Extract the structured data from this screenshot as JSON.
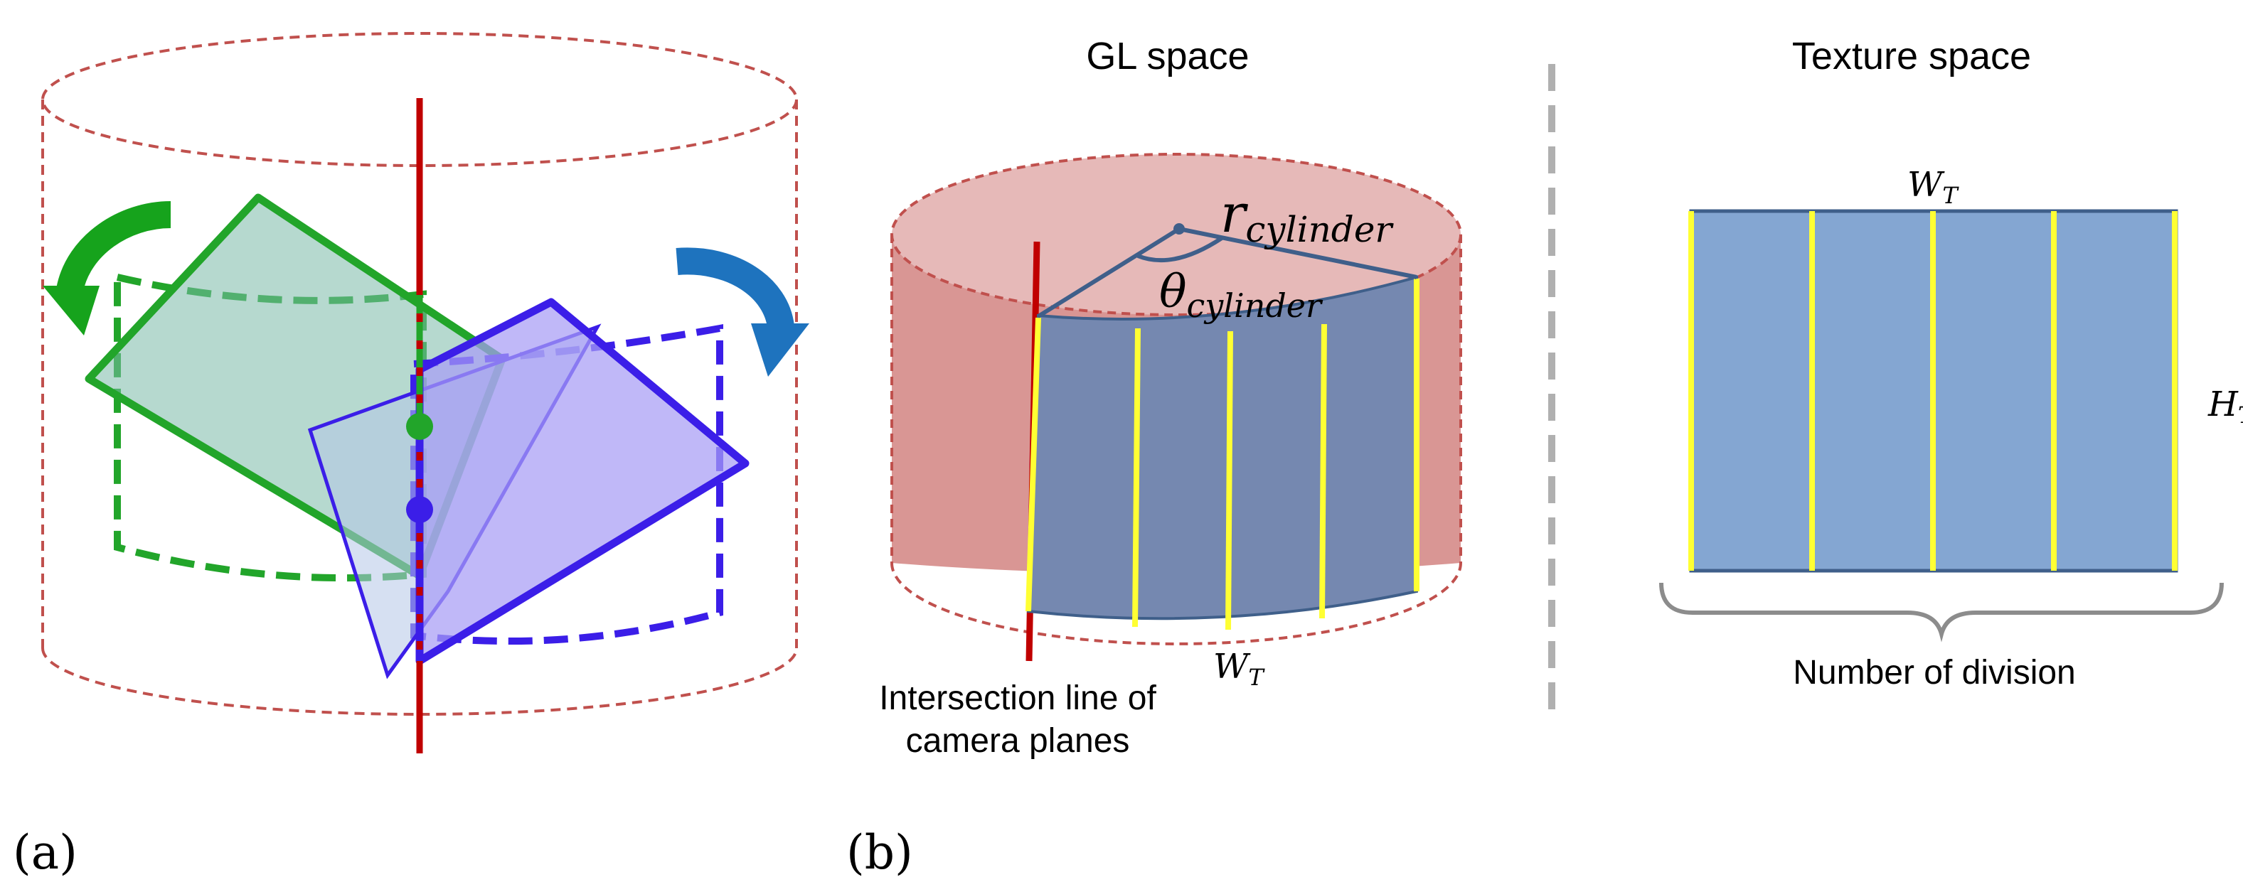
{
  "panel_a": {
    "label": "(a)",
    "colors": {
      "cylinder": "#c0504d",
      "axis": "#c00000",
      "green": "#22a52a",
      "blue": "#3b1ee8",
      "arrow_green": "#16a31c",
      "arrow_blue": "#1e73be"
    }
  },
  "panel_b": {
    "label": "(b)",
    "gl_space": {
      "title": "GL space",
      "r_label": "r",
      "r_subscript": "cylinder",
      "theta_label": "θ",
      "theta_subscript": "cylinder",
      "w_label": "W",
      "w_subscript": "T",
      "intersection_line1": "Intersection line of",
      "intersection_line2": "camera planes",
      "colors": {
        "cylinder": "#d99694",
        "top": "#e6b9b8",
        "patch": "#7588b0",
        "division": "#ffff33"
      }
    },
    "texture_space": {
      "title": "Texture space",
      "w_label": "W",
      "w_subscript": "T",
      "h_label": "H",
      "h_subscript": "T",
      "brace_caption": "Number of division",
      "colors": {
        "rect": "#84a6d2",
        "division": "#ffff33",
        "brace": "#8c8c8c"
      }
    }
  }
}
